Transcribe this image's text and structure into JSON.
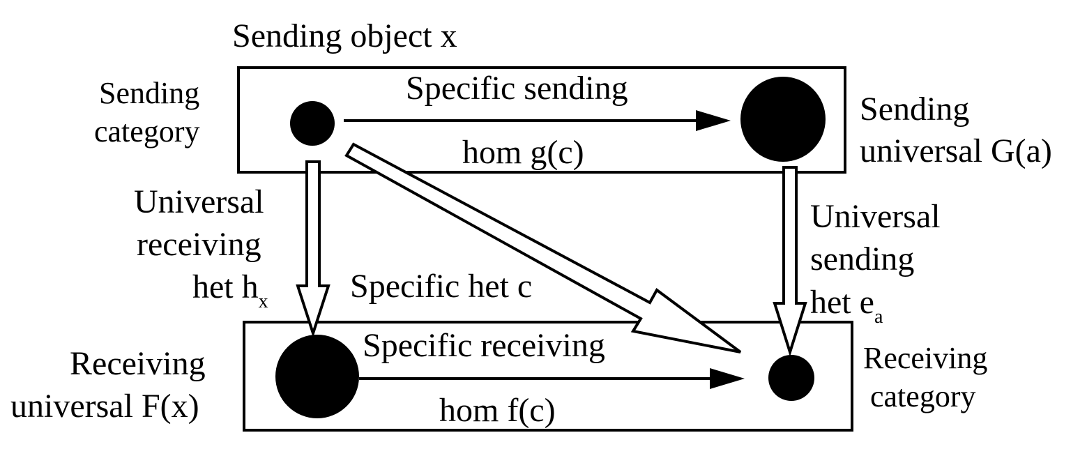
{
  "title": "Sending object x",
  "sending_box": {
    "side_label_line1": "Sending",
    "side_label_line2": "category",
    "arrow_label_top": "Specific sending",
    "arrow_label_bottom": "hom g(c)"
  },
  "sending_universal": {
    "line1": "Sending",
    "line2": "universal G(a)"
  },
  "left_arrow": {
    "line1": "Universal",
    "line2": "receiving",
    "line3_prefix": "het h",
    "line3_subscript": "x"
  },
  "diagonal_arrow": {
    "label": "Specific het c"
  },
  "right_arrow": {
    "line1": "Universal",
    "line2": "sending",
    "line3_prefix": "het e",
    "line3_subscript": "a"
  },
  "receiving_box": {
    "arrow_label_top": "Specific receiving",
    "arrow_label_bottom": "hom f(c)",
    "side_label_line1": "Receiving",
    "side_label_line2": "category"
  },
  "receiving_universal": {
    "line1": "Receiving",
    "line2": "universal F(x)"
  }
}
